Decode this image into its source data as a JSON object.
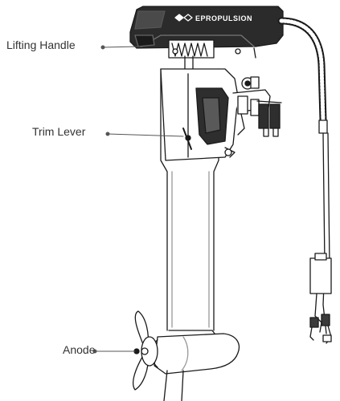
{
  "callouts": {
    "lifting_handle": "Lifting Handle",
    "trim_lever": "Trim Lever",
    "anode": "Anode"
  },
  "brand": {
    "logo_text": "EPROPULSION"
  },
  "colors": {
    "line": "#1a1a1a",
    "head_fill": "#2b2b2b",
    "label": "#333333"
  }
}
